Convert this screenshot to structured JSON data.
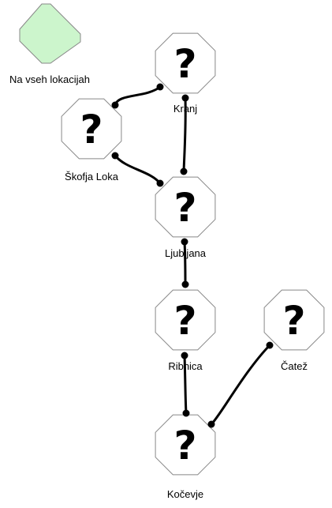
{
  "legend": {
    "label": "Na vseh lokacijah",
    "fill": "#ccf5cc",
    "stroke": "#888888"
  },
  "node_style": {
    "fill": "#ffffff",
    "stroke": "#888888",
    "glyph": "?"
  },
  "edge_style": {
    "color": "#000000"
  },
  "nodes": [
    {
      "id": "kranj",
      "label": "Kranj"
    },
    {
      "id": "skofja-loka",
      "label": "Škofja Loka"
    },
    {
      "id": "ljubljana",
      "label": "Ljubljana"
    },
    {
      "id": "ribnica",
      "label": "Ribnica"
    },
    {
      "id": "catez",
      "label": "Čatež"
    },
    {
      "id": "kocevje",
      "label": "Kočevje"
    }
  ],
  "edges": [
    {
      "from": "kranj",
      "to": "skofja-loka"
    },
    {
      "from": "kranj",
      "to": "ljubljana"
    },
    {
      "from": "skofja-loka",
      "to": "ljubljana"
    },
    {
      "from": "ljubljana",
      "to": "ribnica"
    },
    {
      "from": "ribnica",
      "to": "kocevje"
    },
    {
      "from": "catez",
      "to": "kocevje"
    }
  ]
}
